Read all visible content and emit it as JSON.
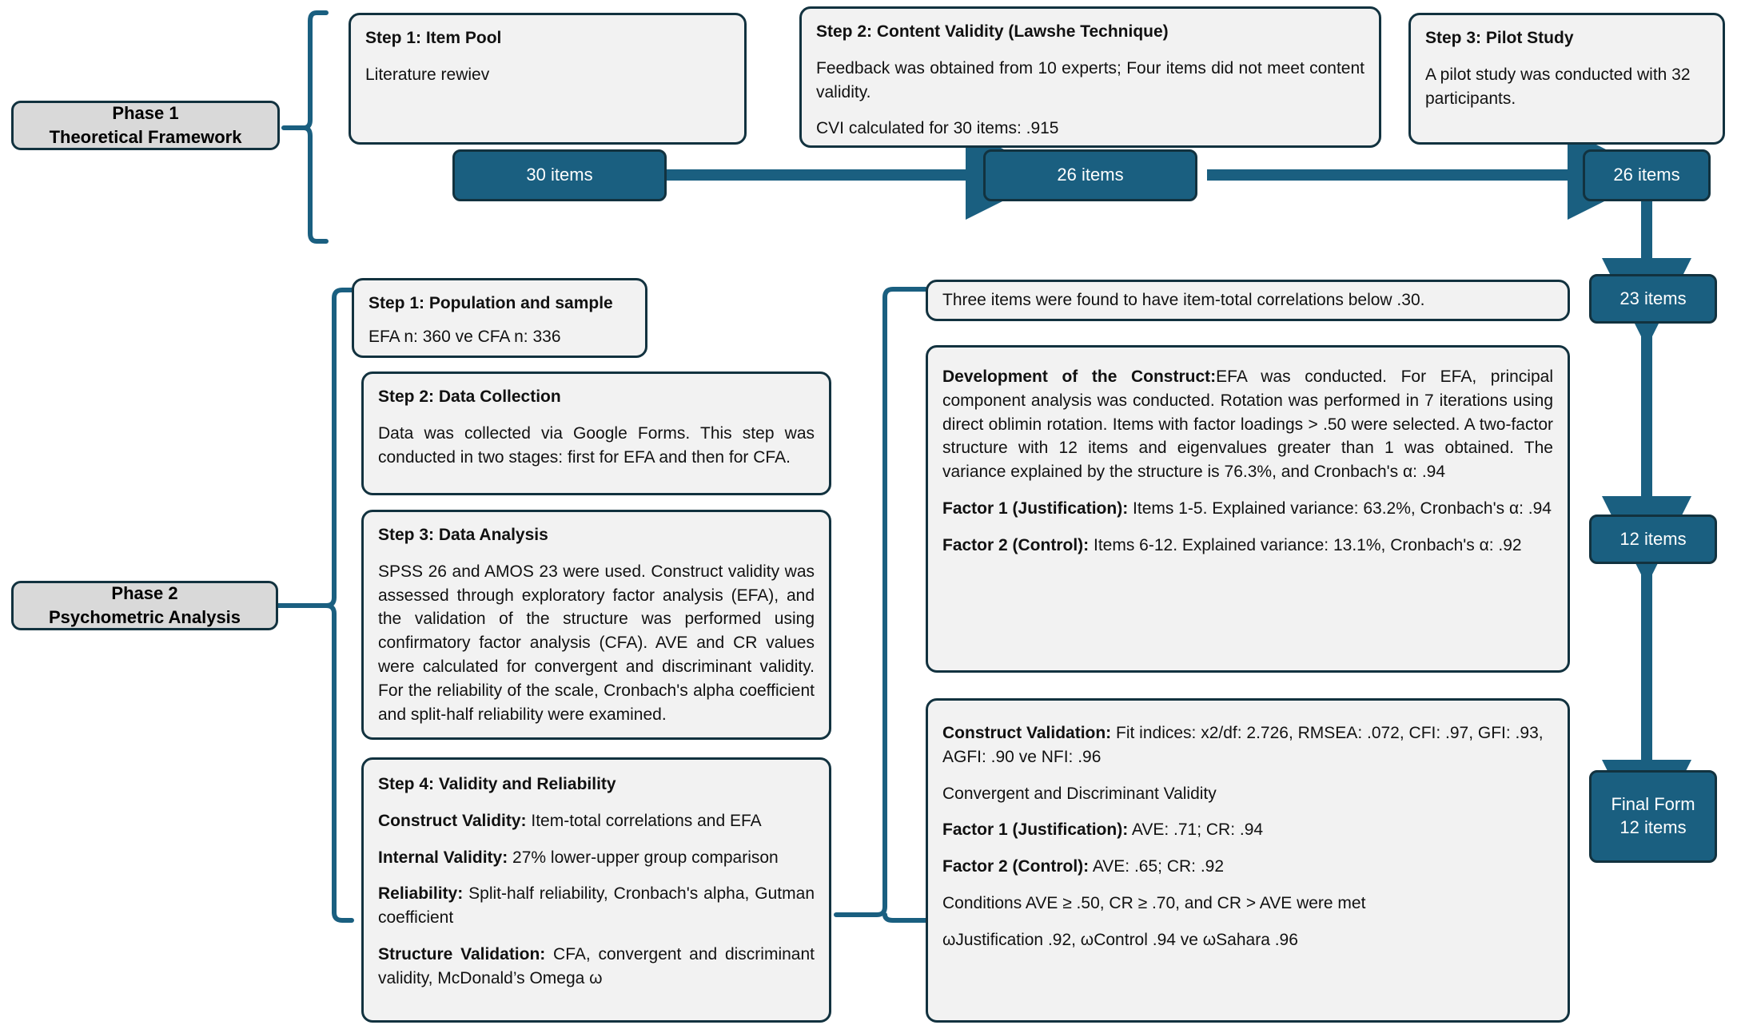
{
  "diagram": {
    "title": "Scale Development Flowchart",
    "colors": {
      "teal_fill": "#1a5f80",
      "dark_outline": "#12323f",
      "card_fill": "#f2f2f2",
      "phase_fill": "#d9d9d9",
      "connector": "#1a5f80",
      "text": "#111111"
    }
  },
  "phase1": {
    "label_line1": "Phase 1",
    "label_line2": "Theoretical Framework",
    "step1": {
      "title": "Step 1: Item Pool",
      "body": "Literature rewiev"
    },
    "step2": {
      "title": "Step 2: Content Validity (Lawshe Technique)",
      "body1": "Feedback was obtained from 10 experts; Four items did not meet content validity.",
      "body2": "CVI calculated for 30 items: .915"
    },
    "step3": {
      "title": "Step 3: Pilot Study",
      "body": "A pilot study was conducted with 32 participants."
    },
    "chips": {
      "chip_30": "30 items",
      "chip_26a": "26 items",
      "chip_26b": "26 items"
    }
  },
  "phase2": {
    "label_line1": "Phase 2",
    "label_line2": "Psychometric Analysis",
    "step1": {
      "title": "Step 1: Population and sample",
      "body": "EFA n: 360 ve CFA n: 336"
    },
    "step2": {
      "title": "Step 2: Data Collection",
      "body": "Data was collected via Google Forms. This step was conducted in two stages: first for EFA and then for CFA."
    },
    "step3": {
      "title": "Step 3: Data Analysis",
      "body": "SPSS 26 and AMOS 23 were used. Construct validity was assessed through exploratory factor analysis (EFA), and the validation of the structure was performed using confirmatory factor analysis (CFA). AVE and CR values were calculated for convergent and discriminant validity. For the reliability of the scale, Cronbach's alpha coefficient and split-half reliability were examined."
    },
    "step4": {
      "title": "Step 4: Validity and Reliability",
      "construct_validity_label": "Construct Validity:",
      "construct_validity_value": " Item-total correlations and EFA",
      "internal_validity_label": "Internal Validity:",
      "internal_validity_value": " 27% lower-upper group comparison",
      "reliability_label": "Reliability:",
      "reliability_value": " Split-half reliability, Cronbach's alpha, Gutman coefficient",
      "structure_validation_label": "Structure Validation:",
      "structure_validation_value": " CFA, convergent and discriminant validity, McDonald’s Omega ω"
    }
  },
  "results": {
    "item_total_note": "Three items were found to have item-total correlations below .30.",
    "efa_box": {
      "dev_label": "Development of the Construct:",
      "dev_value": "EFA was conducted. For EFA, principal component analysis was conducted. Rotation was performed in 7 iterations using direct oblimin rotation. Items with factor loadings > .50 were selected. A two-factor structure with 12 items and eigenvalues greater than 1 was obtained. The variance explained by the structure is 76.3%, and Cronbach's α: .94",
      "factor1_label": "Factor 1 (Justification):",
      "factor1_value": " Items 1-5. Explained variance: 63.2%, Cronbach's α: .94",
      "factor2_label": "Factor 2 (Control):",
      "factor2_value": " Items 6-12. Explained variance: 13.1%, Cronbach's α: .92"
    },
    "cfa_box": {
      "construct_validation_label": "Construct Validation:",
      "construct_validation_value": " Fit indices: x2/df: 2.726, RMSEA: .072, CFI: .97, GFI: .93, AGFI: .90 ve NFI: .96",
      "convergent_line": "Convergent and Discriminant Validity",
      "factor1_label": "Factor 1 (Justification):",
      "factor1_value": " AVE: .71; CR: .94",
      "factor2_label": "Factor 2 (Control):",
      "factor2_value": " AVE: .65; CR: .92",
      "conditions_line": "Conditions AVE ≥ .50, CR ≥ .70, and CR > AVE were met",
      "omega_line": "ωJustification .92, ωControl .94 ve ωSahara .96"
    }
  },
  "pipeline": {
    "chip_23": "23 items",
    "chip_12": "12 items",
    "final_line1": "Final Form",
    "final_line2": "12 items"
  }
}
